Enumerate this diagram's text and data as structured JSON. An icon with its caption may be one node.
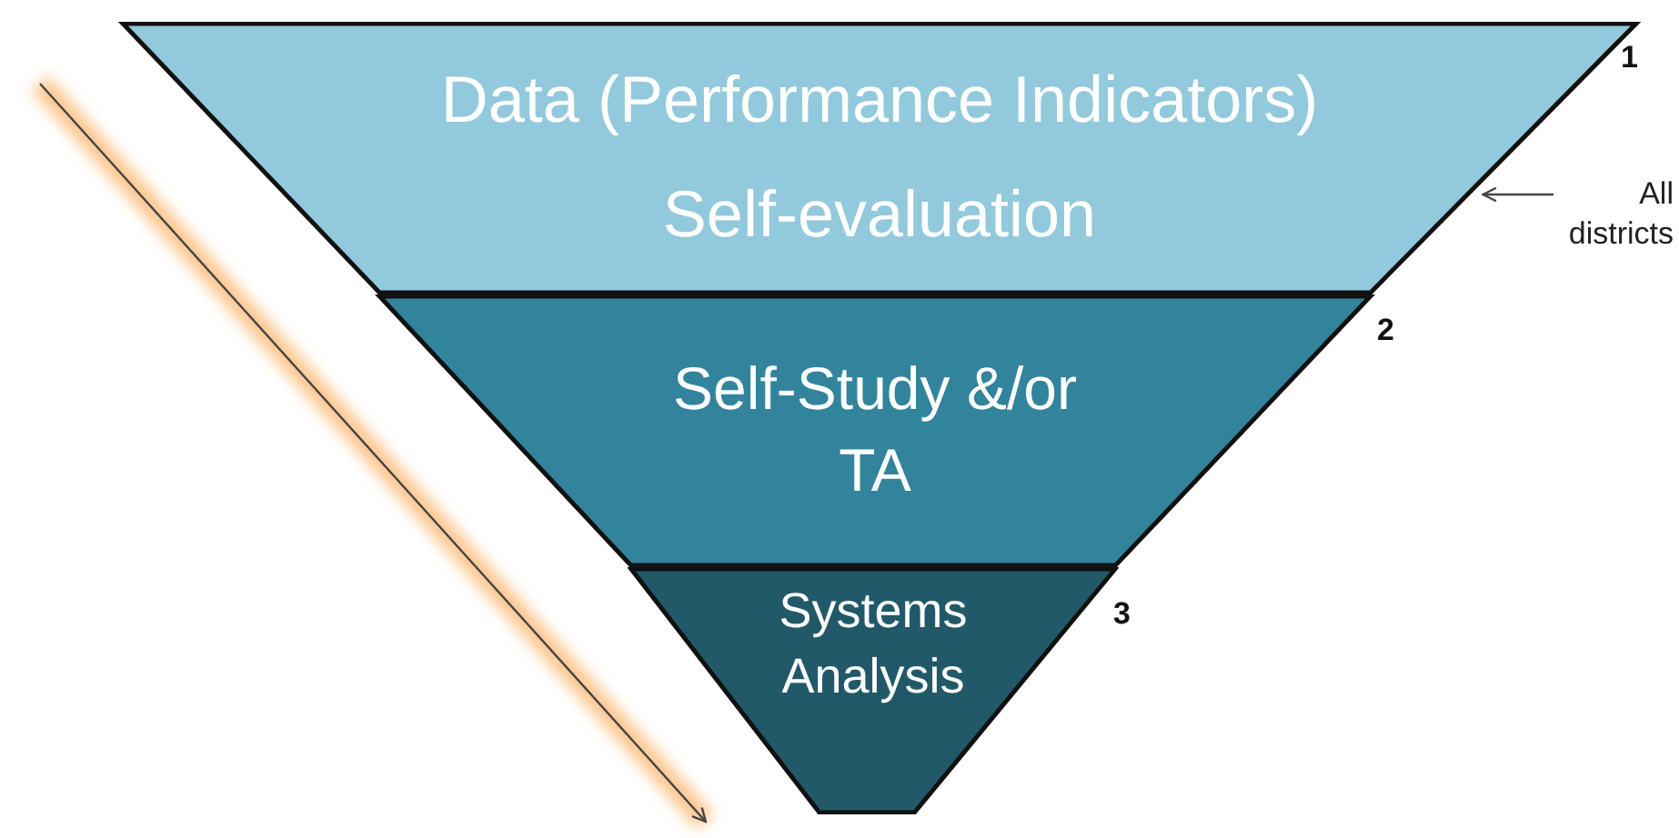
{
  "diagram": {
    "nodes": [
      {
        "text": [
          "Data (Performance Indicators)",
          "Self-evaluation"
        ]
      },
      {
        "text": [
          "Self-Study &/or TA"
        ]
      },
      {
        "text": [
          "Systems Analysis"
        ]
      },
      {
        "text": [
          "All districts"
        ]
      }
    ],
    "edges": [
      {
        "from": 3,
        "to": 0,
        "arrow": "to"
      }
    ],
    "labels": [
      "1",
      "2",
      "3"
    ]
  }
}
